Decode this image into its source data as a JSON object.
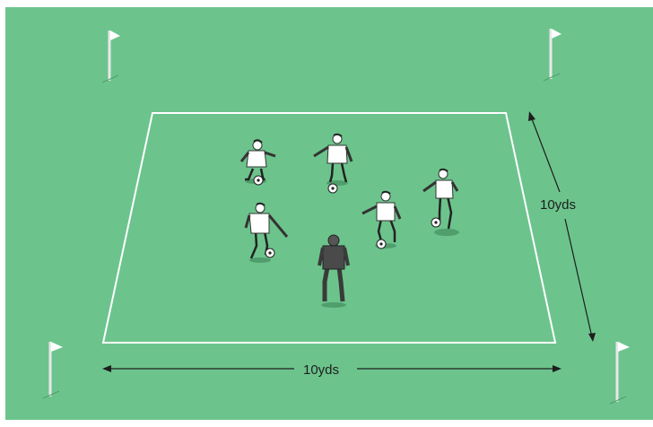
{
  "diagram": {
    "colors": {
      "grass": "#6cc48c",
      "lines": "#ffffff",
      "outfield_kit": "#ffffff",
      "defender_kit": "#4a4a4a",
      "ball": "#ffffff",
      "flag": "#ffffff",
      "arrow": "#1e1e1e"
    },
    "dimensions": {
      "width_label": "10yds",
      "length_label": "10yds"
    },
    "players": [
      {
        "role": "attacker",
        "with_ball": true
      },
      {
        "role": "attacker",
        "with_ball": true
      },
      {
        "role": "attacker",
        "with_ball": true
      },
      {
        "role": "attacker",
        "with_ball": true
      },
      {
        "role": "attacker",
        "with_ball": true
      },
      {
        "role": "defender",
        "with_ball": false
      }
    ],
    "flags": [
      "corner-flag",
      "corner-flag",
      "corner-flag",
      "corner-flag"
    ]
  }
}
